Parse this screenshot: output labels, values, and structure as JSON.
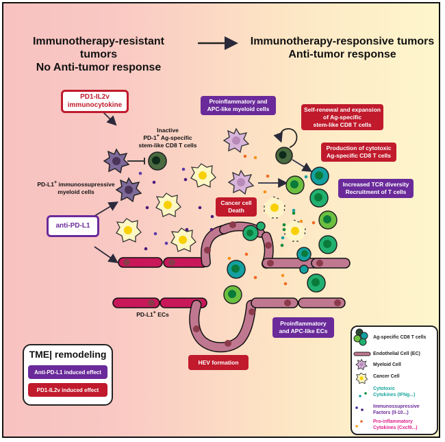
{
  "header": {
    "left_title_line1": "Immunotherapy-resistant tumors",
    "left_title_line2": "No Anti-tumor response",
    "right_title_line1": "Immunotherapy-responsive tumors",
    "right_title_line2": "Anti-tumor response"
  },
  "treatments": {
    "pd1_il2v_line1": "PD1-IL2v",
    "pd1_il2v_line2": "immunocytokine",
    "anti_pdl1": "anti-PD-L1"
  },
  "labels": {
    "inactive_tcells_line1": "Inactive",
    "inactive_tcells_line2_pre": "PD-1",
    "inactive_tcells_line2_sup": "+",
    "inactive_tcells_line2_post": " Ag-specific",
    "inactive_tcells_line3": "stem-like CD8 T cells",
    "myeloid_line1_pre": "PD-L1",
    "myeloid_line1_sup": "+",
    "myeloid_line1_post": " immunossupressive",
    "myeloid_line2": "myeloid cells",
    "pdl1_ecs_pre": "PD-L1",
    "pdl1_ecs_sup": "+",
    "pdl1_ecs_post": " ECs"
  },
  "effect_boxes": {
    "proinflammatory_myeloid_line1": "Proinflammatory and",
    "proinflammatory_myeloid_line2": "APC-like myeloid cells",
    "self_renewal_line1": "Self-renewal and expansion",
    "self_renewal_line2": "of Ag-specific",
    "self_renewal_line3": "stem-like CD8 T cells",
    "cytotoxic_production_line1": "Production of cytotoxic",
    "cytotoxic_production_line2": "Ag-specific CD8 T cells",
    "tcr_diversity_line1": "Increased TCR diversity",
    "tcr_diversity_line2": "Recruitment of T cells",
    "cancer_death_line1": "Cancer cell",
    "cancer_death_line2": "Death",
    "proinflammatory_ecs_line1": "Proinflammatory",
    "proinflammatory_ecs_line2": "and APC-like ECs",
    "hev_formation": "HEV formation"
  },
  "tme_legend": {
    "title": "TME| remodeling",
    "anti_pdl1_effect": "Anti-PD-L1 induced effect",
    "pd1_il2v_effect": "PD1-IL2v induced effect"
  },
  "cell_legend": {
    "items": [
      {
        "label": "Ag-specific CD8 T cells",
        "icon": "t-cell-cluster-icon"
      },
      {
        "label": "Endothelial Cell (EC)",
        "icon": "endothelial-cell-icon"
      },
      {
        "label": "Myeloid Cell",
        "icon": "myeloid-cell-icon"
      },
      {
        "label": "Cancer Cell",
        "icon": "cancer-cell-icon"
      },
      {
        "label_line1": "Cytotoxic",
        "label_line2": "Cytokines (IFNg...)",
        "icon": "cytotoxic-dots-icon"
      },
      {
        "label_line1": "Immunossupressive",
        "label_line2": "Factors (Il-10...)",
        "icon": "immunosuppressive-dots-icon"
      },
      {
        "label_line1": "Pro-inflammatory",
        "label_line2": "Cytokines (Cxcl9...)",
        "icon": "proinflammatory-dots-icon"
      }
    ]
  },
  "colors": {
    "red_effect": "#c01a2c",
    "purple_effect": "#6a2a9a",
    "cytotoxic_text": "#1aa6a0",
    "immunosuppressive_text": "#6a2a9a",
    "proinflammatory_text": "#e0208a",
    "pdl1_ec": "#c8185a",
    "proinflammatory_ec": "#c07890"
  }
}
